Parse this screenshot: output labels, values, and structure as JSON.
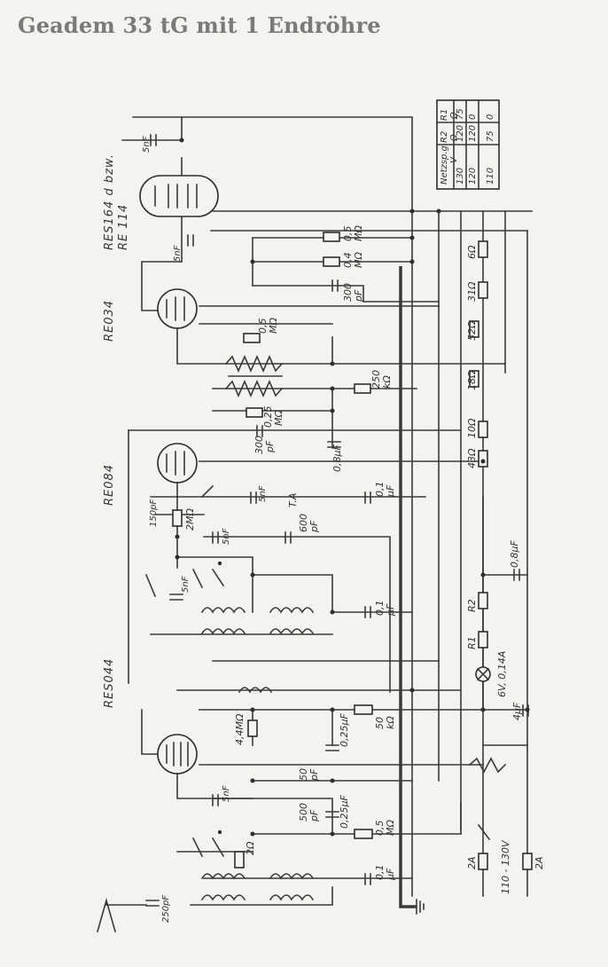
{
  "title": "Geadem 33 tG mit 1 Endröhre",
  "tubes": {
    "t1": "RES164 d bzw.",
    "t1b": "RE 114",
    "t2": "RE034",
    "t3": "RE084",
    "t4": "RES044"
  },
  "table": {
    "h0": "Netzsp.g.",
    "h0b": "V",
    "h1": "R1",
    "h1b": "Ω",
    "h2": "R2",
    "h2b": "Ω",
    "r1": [
      "130",
      "120",
      "75"
    ],
    "r2": [
      "120",
      "120",
      "0"
    ],
    "r3": [
      "110",
      "75",
      "0"
    ]
  },
  "labels": {
    "c5nf_top": "5nF",
    "c5nf_2": "5nF",
    "r05a": "0,5",
    "r05a_u": "MΩ",
    "r04": "0,4",
    "r04_u": "MΩ",
    "c300": "300",
    "c300_u": "pF",
    "r05b": "0,5",
    "r05b_u": "MΩ",
    "r250": "250",
    "r250_u": "kΩ",
    "r025": "0,25",
    "r025_u": "MΩ",
    "c300b": "300",
    "c300b_u": "pF",
    "c08": "0,8μF",
    "r6": "6Ω",
    "r31": "31Ω",
    "r52": "52Ω",
    "r18": "18Ω",
    "r10": "10Ω",
    "r43": "43Ω",
    "c150": "150pF",
    "r2m": "2MΩ",
    "c5nf_3": "5nF",
    "c5nf_4": "5nF",
    "t_a": "T.A",
    "c01a": "0,1",
    "c01a_u": "μF",
    "c600": "600",
    "c600_u": "pF",
    "c08b": "0,8μF",
    "c5nf_5": "5nF",
    "c01b": "0,1",
    "c01b_u": "μF",
    "r_r2": "R2",
    "r_r1": "R1",
    "lamp": "6V, 0,14A",
    "r44": "4,4MΩ",
    "c025a": "0,25μF",
    "r50k": "50",
    "r50k_u": "kΩ",
    "c4uf": "4μF",
    "c5nf_6": "5nF",
    "c50": "50",
    "c50_u": "pF",
    "c500": "500",
    "c500_u": "pF",
    "c025b": "0,25μF",
    "r2om": "2Ω",
    "r05c": "0,5",
    "r05c_u": "MΩ",
    "c01c": "0,1",
    "c01c_u": "μF",
    "fuse1": "2A",
    "fuse2": "2A",
    "mains": "110 - 130V",
    "c250": "250pF"
  }
}
